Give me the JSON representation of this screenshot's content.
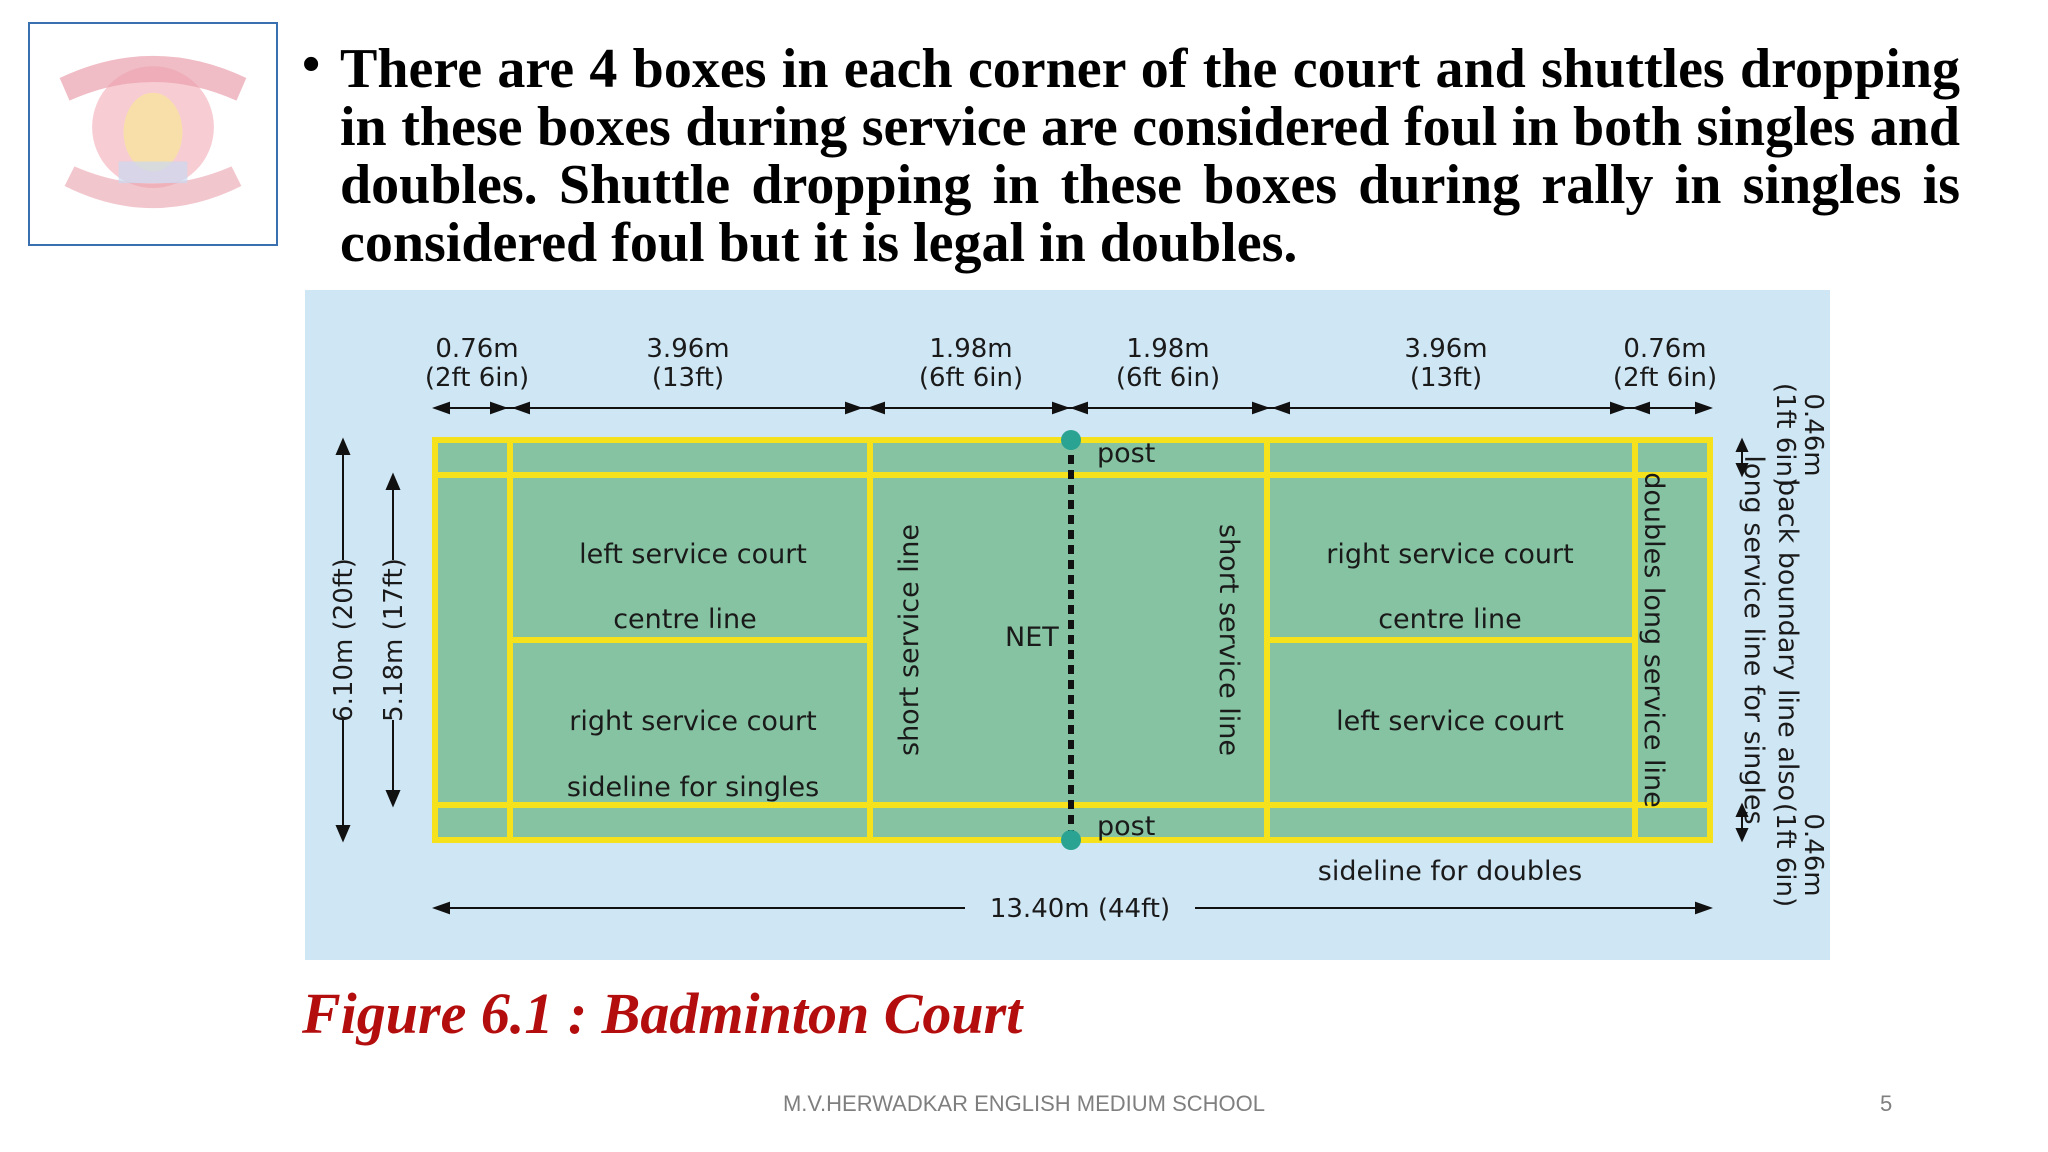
{
  "slide": {
    "bullet_symbol": "•",
    "bullet_text": "There are 4 boxes in each corner of the court and shuttles dropping in these boxes during service are considered foul in both singles and doubles. Shuttle dropping in these boxes during rally in singles is considered foul but it is legal in doubles.",
    "caption": "Figure 6.1 : Badminton Court",
    "footer": "M.V.HERWADKAR ENGLISH MEDIUM SCHOOL",
    "page_number": "5"
  },
  "logo": {
    "icon": "school-crest-logo"
  },
  "diagram": {
    "top_dims": [
      {
        "m": "0.76m",
        "ft": "(2ft 6in)"
      },
      {
        "m": "3.96m",
        "ft": "(13ft)"
      },
      {
        "m": "1.98m",
        "ft": "(6ft 6in)"
      },
      {
        "m": "1.98m",
        "ft": "(6ft 6in)"
      },
      {
        "m": "3.96m",
        "ft": "(13ft)"
      },
      {
        "m": "0.76m",
        "ft": "(2ft 6in)"
      }
    ],
    "width_total": "13.40m (44ft)",
    "height_total": "6.10m (20ft)",
    "height_singles": "5.18m (17ft)",
    "alley_top_m": "0.46m",
    "alley_top_ft": "(1ft 6in)",
    "alley_bottom_m": "0.46m",
    "alley_bottom_ft": "(1ft 6in)",
    "labels": {
      "post_top": "post",
      "post_bottom": "post",
      "net": "NET",
      "left_service_court_1": "left service court",
      "centre_line_1": "centre line",
      "right_service_court_1": "right service court",
      "sideline_singles": "sideline for singles",
      "short_service_line_1": "short service line",
      "short_service_line_2": "short service line",
      "right_service_court_2": "right service court",
      "centre_line_2": "centre line",
      "left_service_court_2": "left service court",
      "doubles_long_service": "doubles long  service line",
      "back_boundary_1": "back boundary line also",
      "back_boundary_2": "long service line for singles",
      "sideline_doubles": "sideline for doubles"
    },
    "colors": {
      "background": "#cfe6f4",
      "court": "#86c3a2",
      "lines": "#f5e21c",
      "post": "#2aa392",
      "net": "#111111"
    }
  }
}
